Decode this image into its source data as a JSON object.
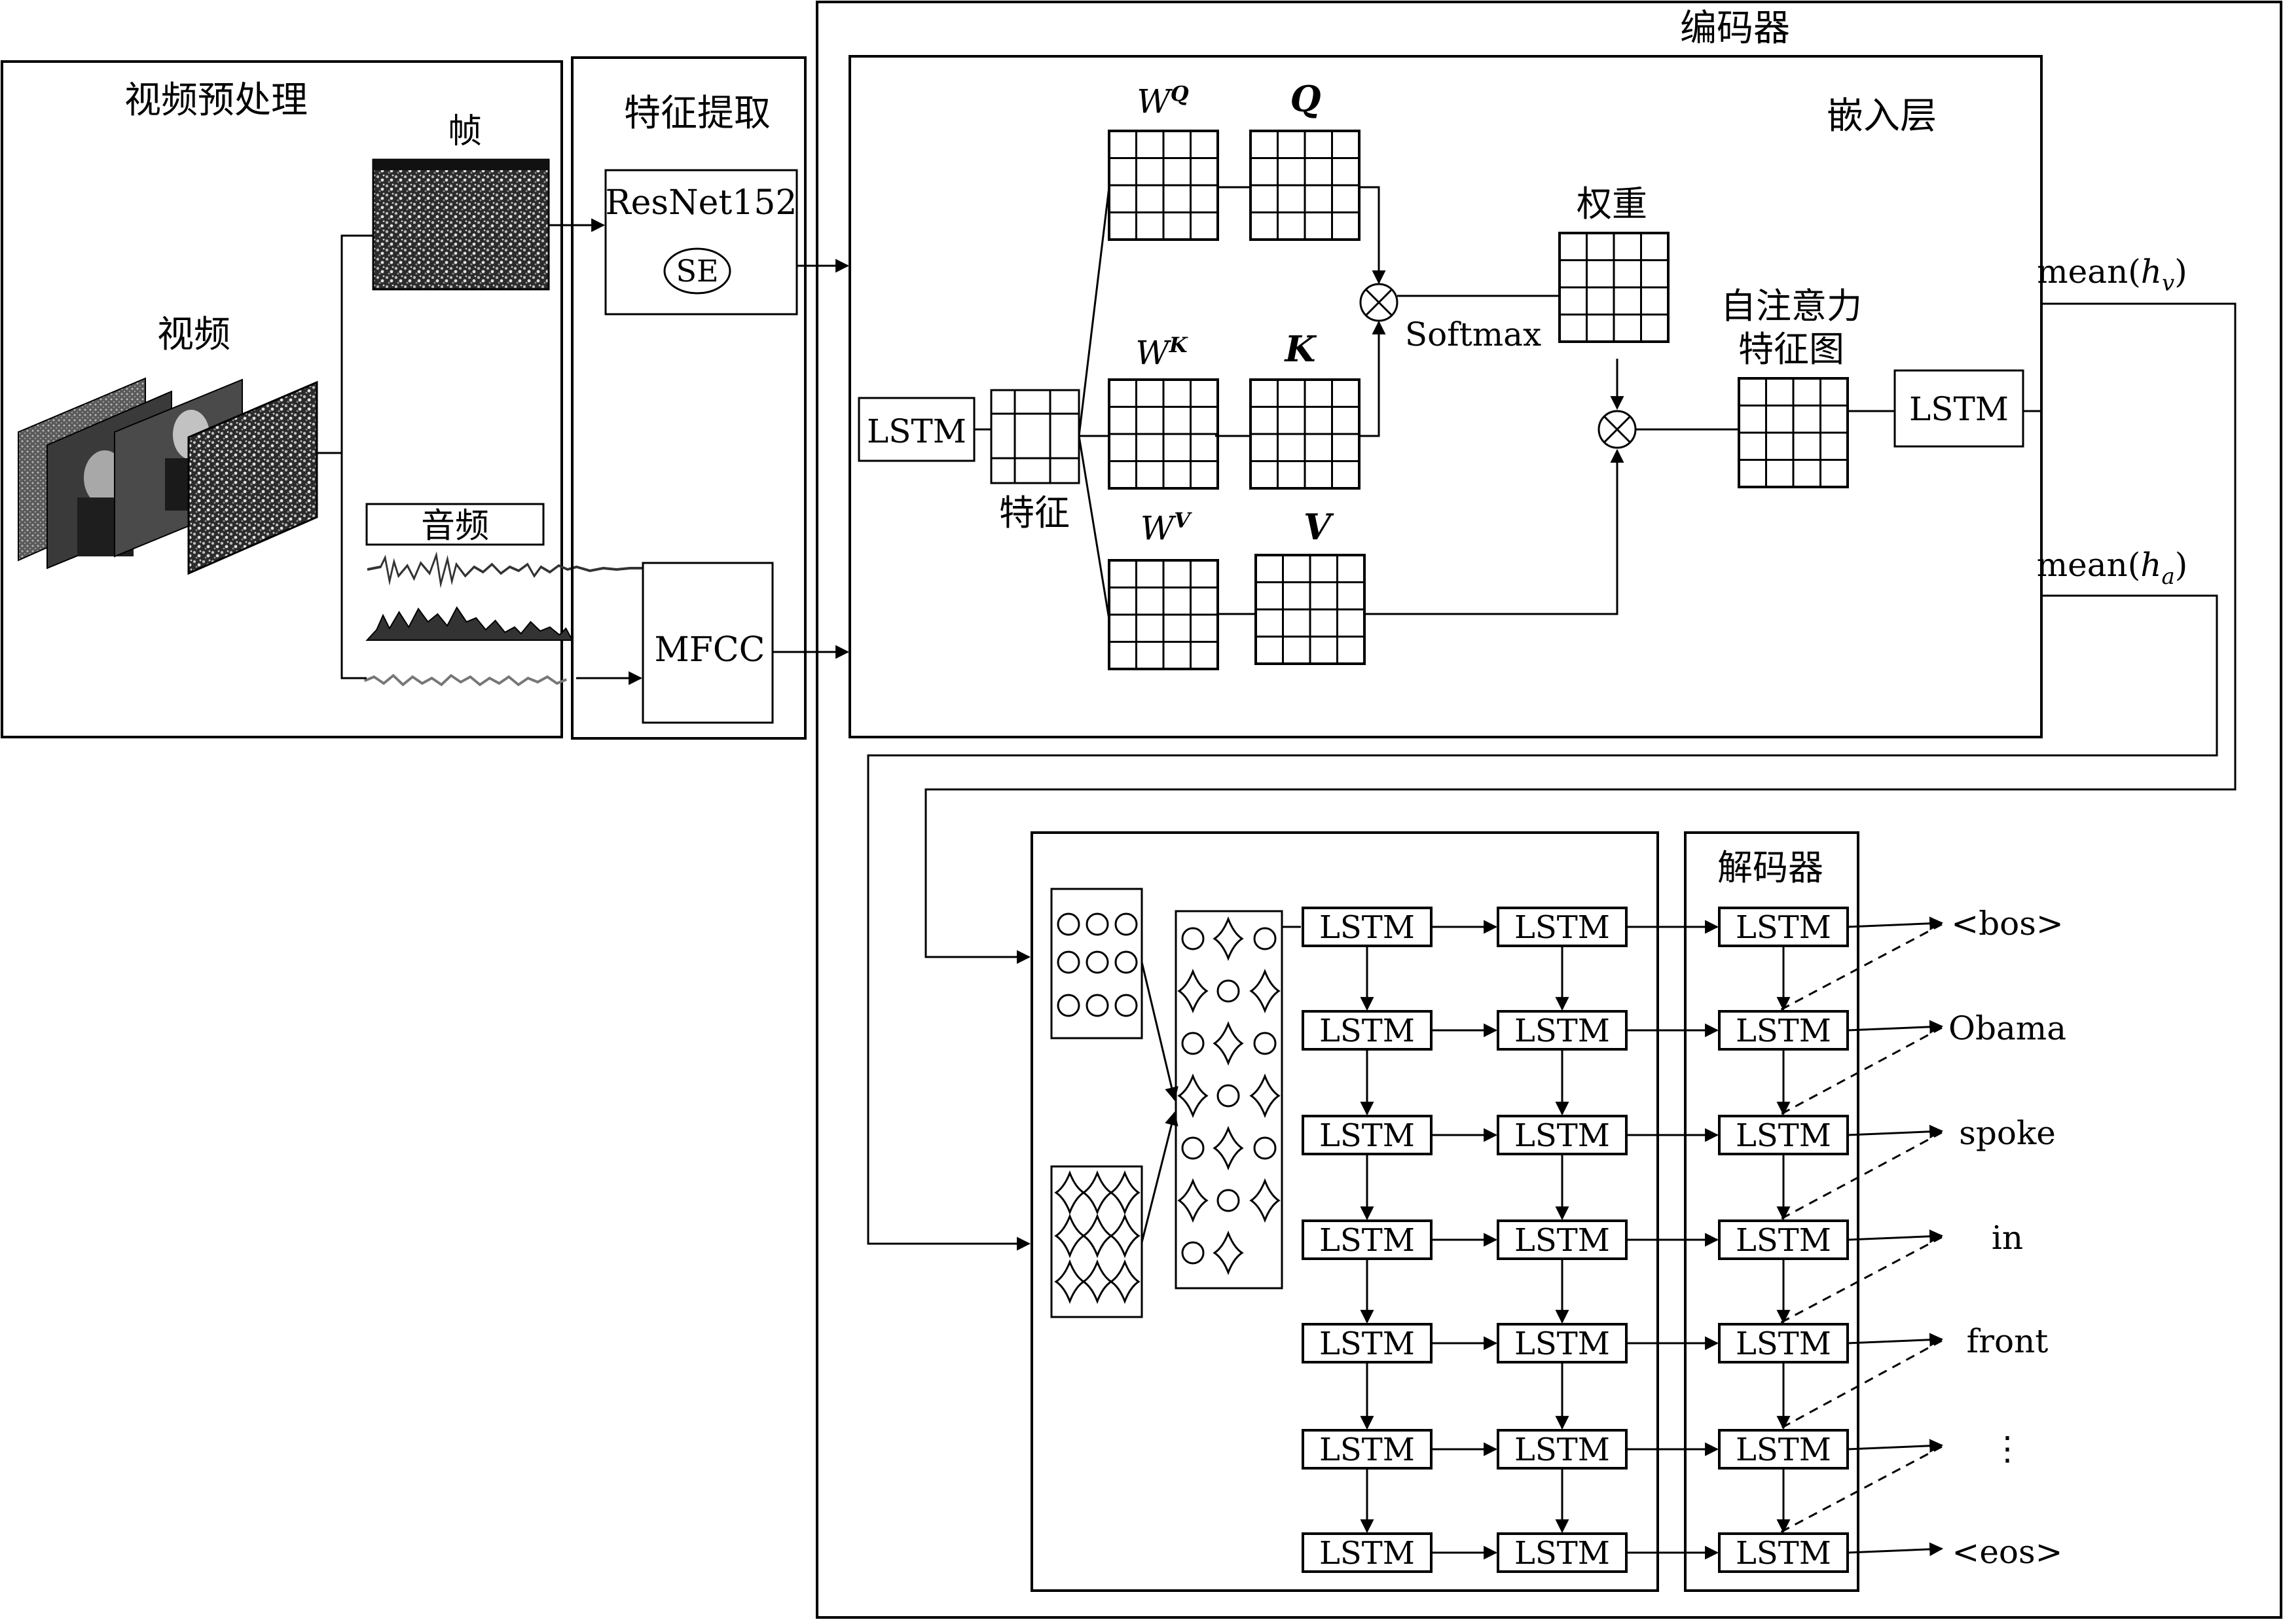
{
  "preprocess": {
    "title": "视频预处理",
    "frame_label": "帧",
    "video_label": "视频",
    "audio_label": "音频"
  },
  "feature_extraction": {
    "title": "特征提取",
    "resnet_label": "ResNet152",
    "se_label": "SE",
    "mfcc_label": "MFCC"
  },
  "encoder": {
    "title": "编码器",
    "embedding_title": "嵌入层",
    "lstm_label": "LSTM",
    "feature_label": "特征",
    "wq_base": "W",
    "wq_sup": "Q",
    "wk_base": "W",
    "wk_sup": "K",
    "wv_base": "W",
    "wv_sup": "V",
    "q_label": "Q",
    "k_label": "K",
    "v_label": "V",
    "softmax_label": "Softmax",
    "weight_label": "权重",
    "attention_map_line1": "自注意力",
    "attention_map_line2": "特征图",
    "lstm_out_label": "LSTM",
    "mean_v_prefix": "mean(",
    "mean_v_var": "h",
    "mean_v_sub": "v",
    "mean_v_suffix": ")",
    "mean_a_prefix": "mean(",
    "mean_a_var": "h",
    "mean_a_sub": "a",
    "mean_a_suffix": ")"
  },
  "decoder": {
    "title": "解码器",
    "lstm_label": "LSTM",
    "words": [
      "<bos>",
      "Obama",
      "spoke",
      "in",
      "front",
      "⋮",
      "<eos>"
    ]
  },
  "colors": {
    "stroke": "#000000",
    "background": "#ffffff"
  }
}
